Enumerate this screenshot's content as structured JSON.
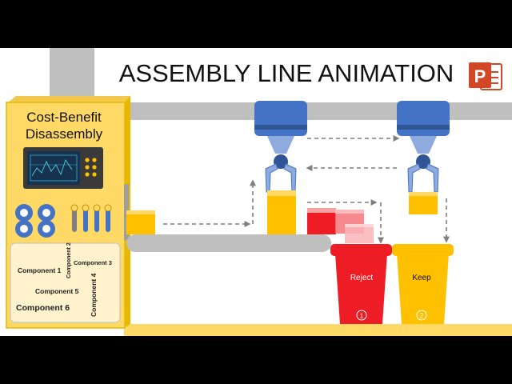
{
  "title": "ASSEMBLY LINE ANIMATION",
  "machine": {
    "title_line1": "Cost-Benefit",
    "title_line2": "Disassembly",
    "components": [
      "Component 1",
      "Component 2",
      "Component 3",
      "Component 4",
      "Component 5",
      "Component 6"
    ]
  },
  "bins": [
    {
      "label": "Reject",
      "number": "1",
      "color": "#ee1c24"
    },
    {
      "label": "Keep",
      "number": "2",
      "color": "#ffc000"
    }
  ],
  "colors": {
    "machine": "#ffd966",
    "belt": "#bfbfbf",
    "gripper": "#4472c4",
    "box": "#ffc000",
    "reject_box": "#ee1c24",
    "floor": "#ffd966"
  },
  "logo_icon": "powerpoint-logo-icon",
  "logo_letter": "P"
}
